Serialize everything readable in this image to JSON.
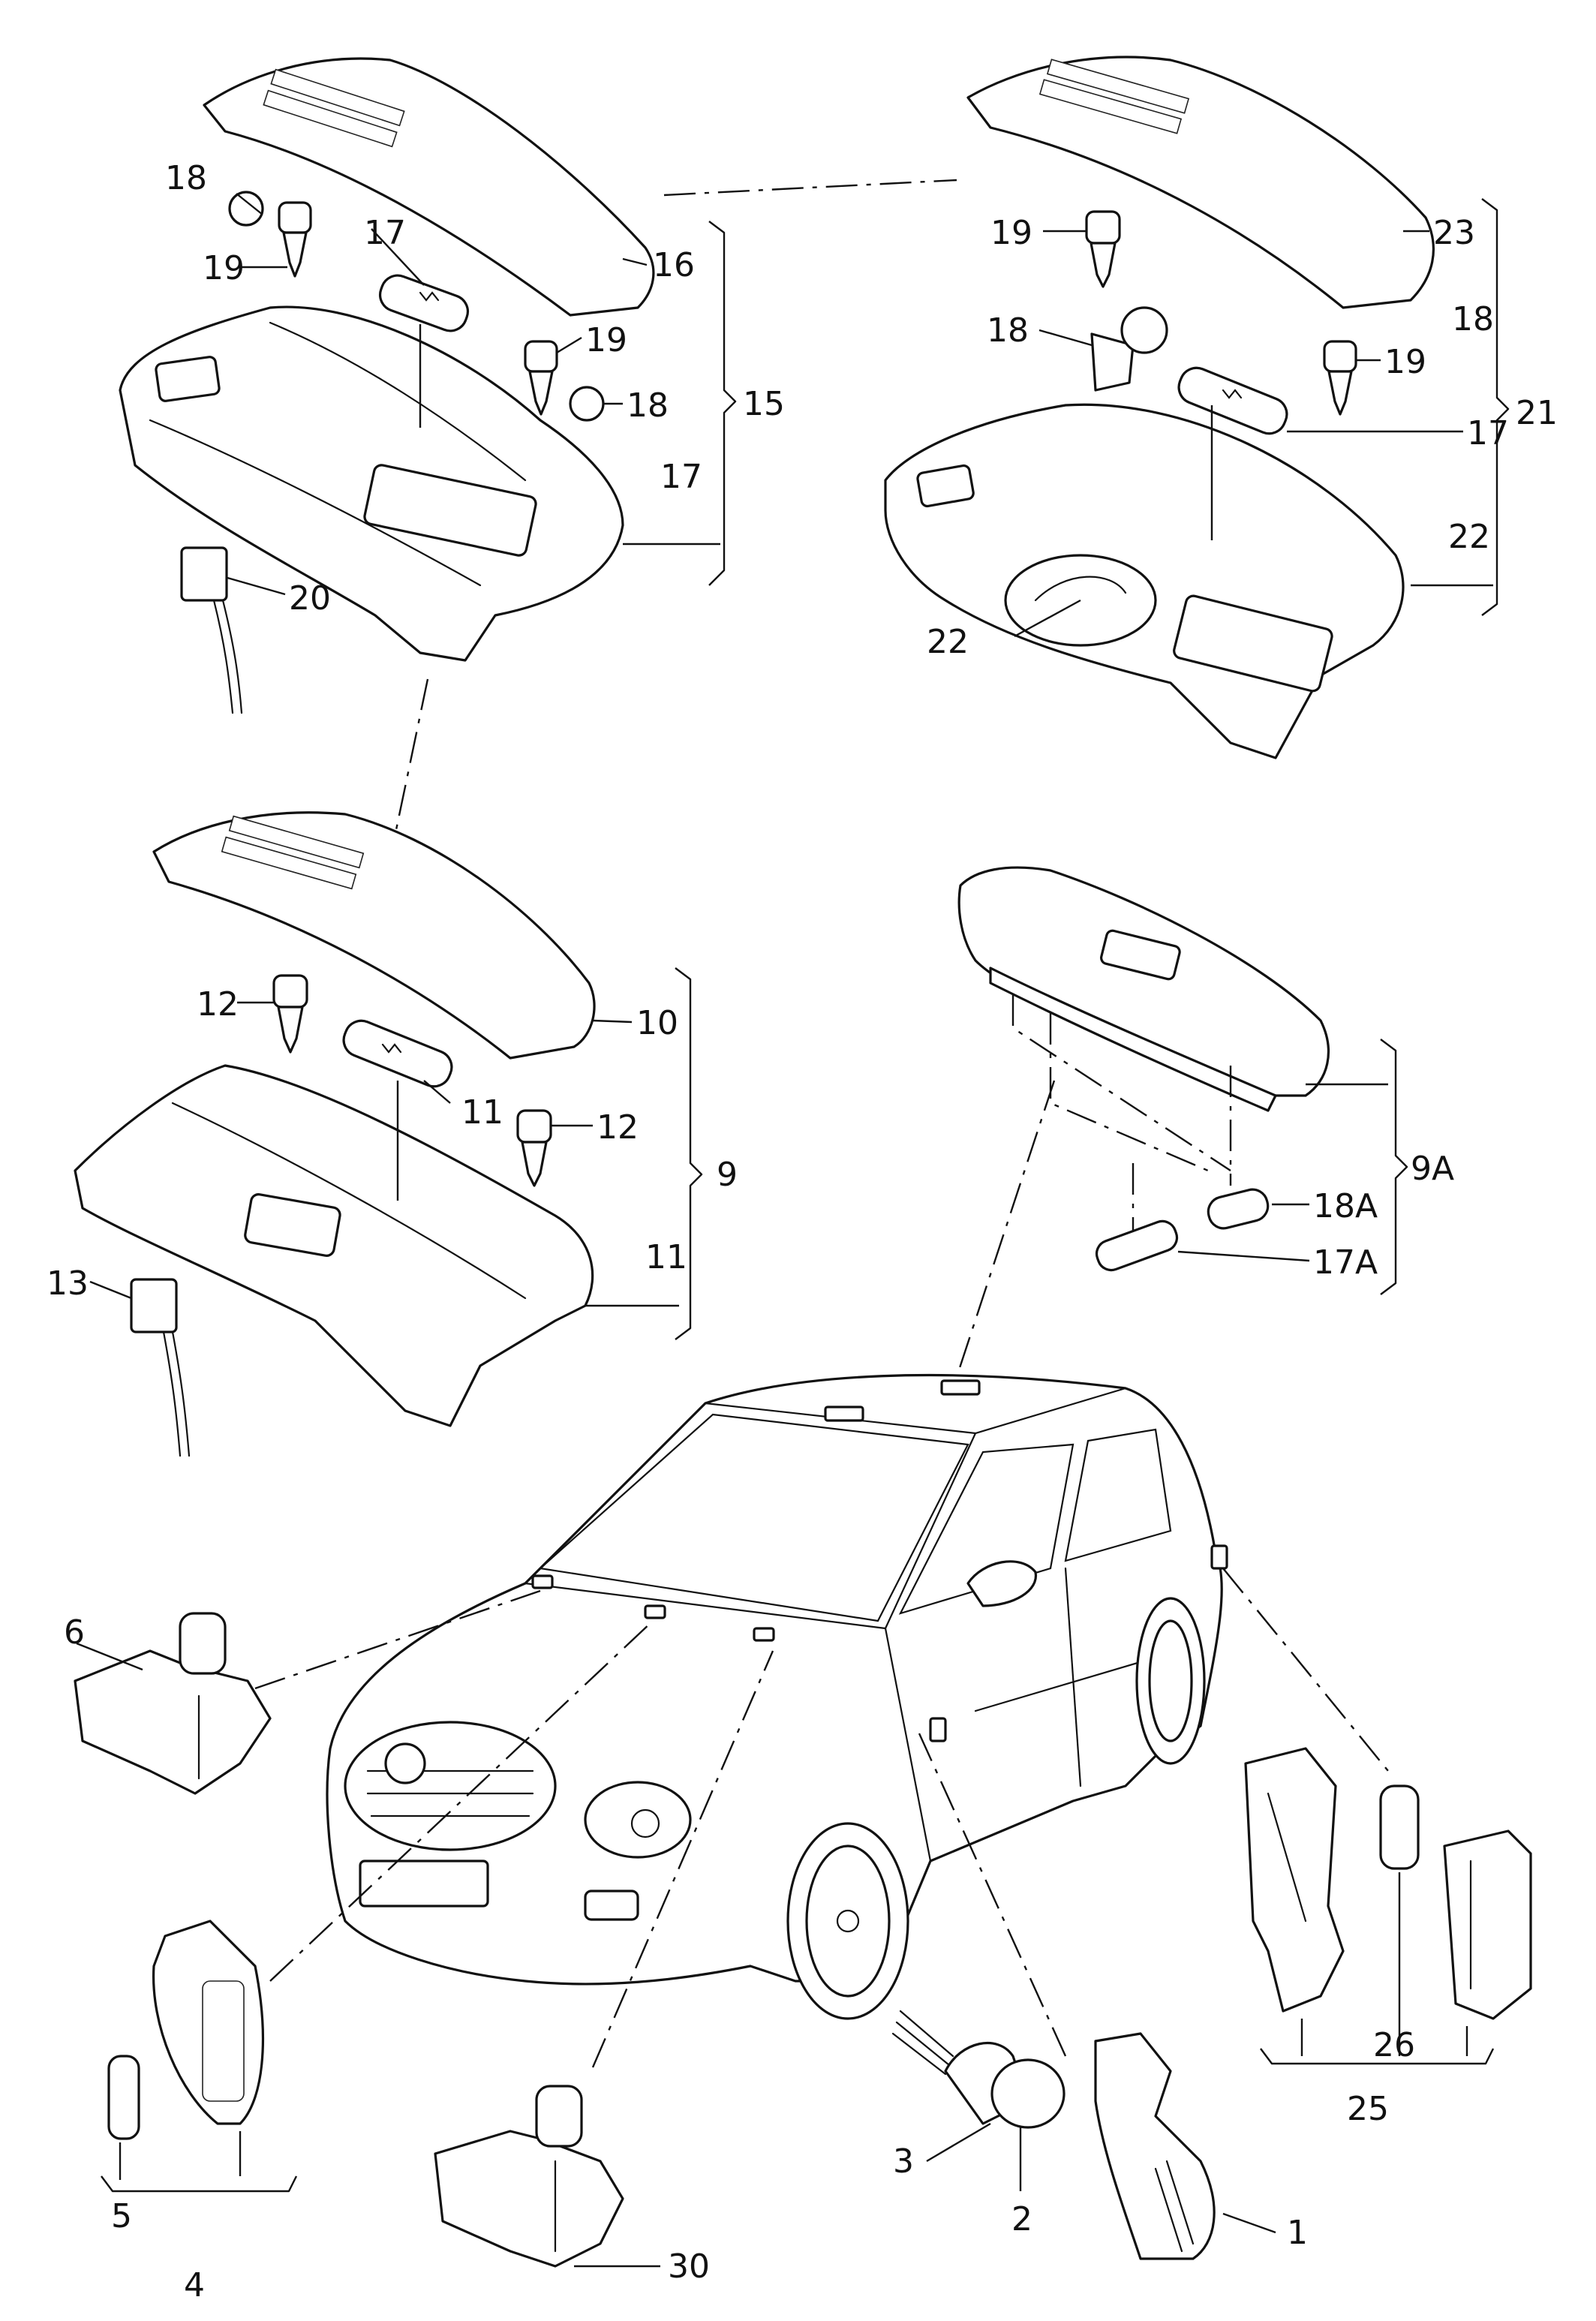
{
  "labels": {
    "l18a": "18",
    "l19a": "19",
    "l17a": "17",
    "l16": "16",
    "l19b": "19",
    "l18b": "18",
    "l15": "15",
    "l17b": "17",
    "l20": "20",
    "l19c": "19",
    "l23": "23",
    "l18c": "18",
    "l18d": "18",
    "l19d": "19",
    "l17c": "17",
    "l21": "21",
    "l22a": "22",
    "l22b": "22",
    "l12a": "12",
    "l10": "10",
    "l11a": "11",
    "l12b": "12",
    "l9": "9",
    "l11b": "11",
    "l13": "13",
    "l18A": "18A",
    "l9A": "9A",
    "l17A": "17A",
    "l6": "6",
    "l3": "3",
    "l2": "2",
    "l1": "1",
    "l5": "5",
    "l4": "4",
    "l30": "30",
    "l26": "26",
    "l25": "25"
  }
}
